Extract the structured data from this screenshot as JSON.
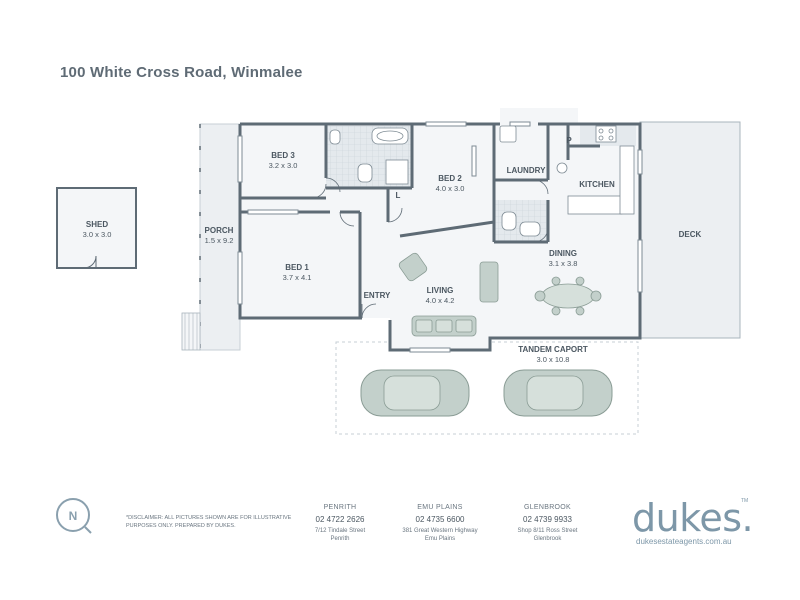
{
  "title": "100 White Cross Road, Winmalee",
  "rooms": {
    "shed": {
      "name": "SHED",
      "dims": "3.0 x 3.0"
    },
    "porch": {
      "name": "PORCH",
      "dims": "1.5 x 9.2"
    },
    "bed3": {
      "name": "BED 3",
      "dims": "3.2 x 3.0"
    },
    "bed1": {
      "name": "BED 1",
      "dims": "3.7 x 4.1"
    },
    "bed2": {
      "name": "BED 2",
      "dims": "4.0 x 3.0"
    },
    "laundry": {
      "name": "LAUNDRY"
    },
    "kitchen": {
      "name": "KITCHEN"
    },
    "pantry": {
      "name": "P"
    },
    "linen": {
      "name": "L"
    },
    "deck": {
      "name": "DECK"
    },
    "dining": {
      "name": "DINING",
      "dims": "3.1 x 3.8"
    },
    "living": {
      "name": "LIVING",
      "dims": "4.0 x 4.2"
    },
    "entry": {
      "name": "ENTRY"
    },
    "carport": {
      "name": "TANDEM CAPORT",
      "dims": "3.0 x 10.8"
    }
  },
  "footer": {
    "disclaimer": "*DISCLAIMER: ALL PICTURES SHOWN ARE FOR ILLUSTRATIVE PURPOSES ONLY. PREPARED BY DUKES.",
    "offices": [
      {
        "name": "PENRITH",
        "phone": "02 4722 2626",
        "addr1": "7/12 Tindale Street",
        "addr2": "Penrith"
      },
      {
        "name": "EMU PLAINS",
        "phone": "02 4735 6600",
        "addr1": "381 Great Western Highway",
        "addr2": "Emu Plains"
      },
      {
        "name": "GLENBROOK",
        "phone": "02 4739 9933",
        "addr1": "Shop 8/11 Ross Street",
        "addr2": "Glenbrook"
      }
    ],
    "brand": "dukes.",
    "brand_tm": "TM",
    "website": "dukesestateagents.com.au"
  },
  "colors": {
    "wall": "#5e6b75",
    "floor": "#e9edf0",
    "tile": "#d9e0e5",
    "car": "#c3d0cb"
  },
  "icons": {
    "compass": "compass-icon",
    "car": "car-icon"
  }
}
